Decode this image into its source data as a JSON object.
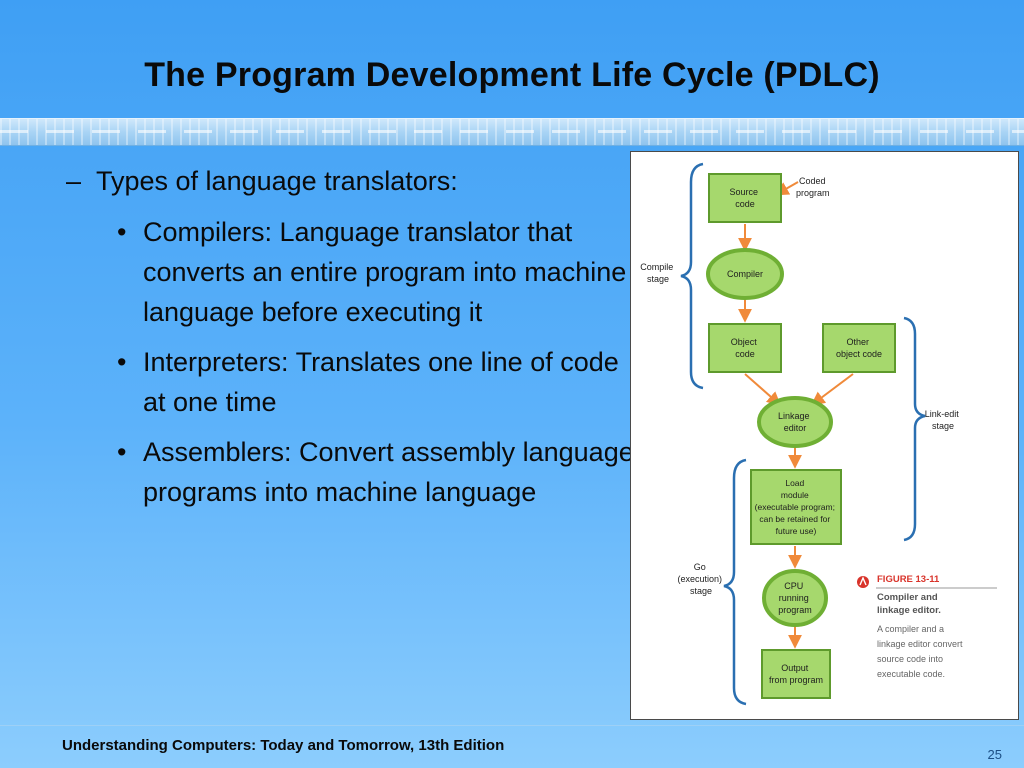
{
  "slide": {
    "title": "The Program Development Life Cycle (PDLC)",
    "dash_item": "Types of language translators:",
    "dash_marker": "–",
    "bullet_marker": "•",
    "bullets": [
      "Compilers: Language translator that converts an entire program into machine language before executing it",
      "Interpreters: Translates one line of code at one time",
      "Assemblers: Convert assembly language programs into machine language"
    ]
  },
  "figure": {
    "nodes": {
      "source_code": [
        "Source",
        "code"
      ],
      "compiler": [
        "Compiler"
      ],
      "object_code": [
        "Object",
        "code"
      ],
      "other_object_code": [
        "Other",
        "object code"
      ],
      "linkage_editor": [
        "Linkage",
        "editor"
      ],
      "load_module": [
        "Load",
        "module",
        "(executable program;",
        "can be retained for",
        "future use)"
      ],
      "cpu": [
        "CPU",
        "running",
        "program"
      ],
      "output": [
        "Output",
        "from program"
      ]
    },
    "labels": {
      "coded_program": [
        "Coded",
        "program"
      ],
      "compile_stage": [
        "Compile",
        "stage"
      ],
      "link_edit_stage": [
        "Link-edit",
        "stage"
      ],
      "go_stage": [
        "Go",
        "(execution)",
        "stage"
      ]
    },
    "caption": {
      "number": "FIGURE 13-11",
      "title_lines": [
        "Compiler and",
        "linkage editor."
      ],
      "body_lines": [
        "A compiler and a",
        "linkage editor convert",
        "source code into",
        "executable code."
      ]
    },
    "colors": {
      "box_fill": "#a6d86d",
      "box_stroke": "#5e9a2c",
      "arrow": "#f08a3a",
      "bracket": "#2a6fb1",
      "caption_red": "#d9342b"
    }
  },
  "footer": {
    "book": "Understanding Computers: Today and Tomorrow, 13th Edition",
    "page": "25"
  }
}
